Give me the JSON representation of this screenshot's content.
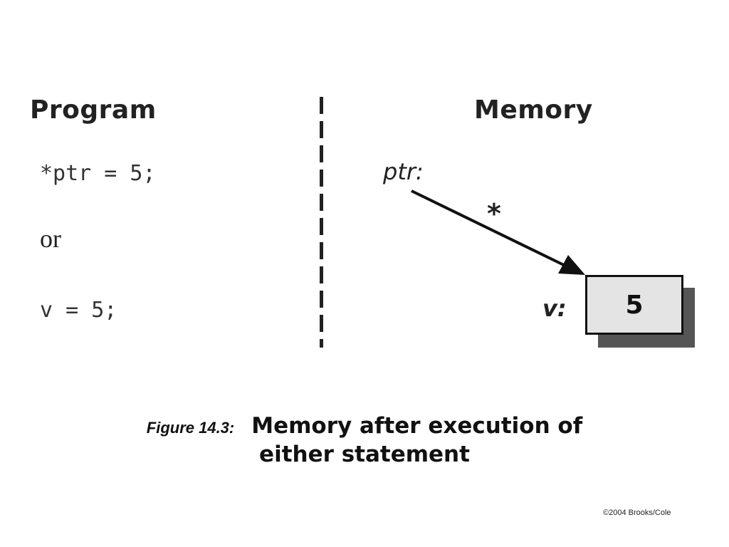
{
  "program": {
    "heading": "Program",
    "statement1": "*ptr = 5;",
    "or_word": "or",
    "statement2": "v = 5;"
  },
  "memory": {
    "heading": "Memory",
    "ptr_label": "ptr:",
    "arrow_label": "*",
    "v_label": "v:",
    "v_value": "5"
  },
  "caption": {
    "figure_label": "Figure 14.3:",
    "line1": "Memory after execution of",
    "line2": "either statement"
  },
  "copyright": "©2004 Brooks/Cole"
}
